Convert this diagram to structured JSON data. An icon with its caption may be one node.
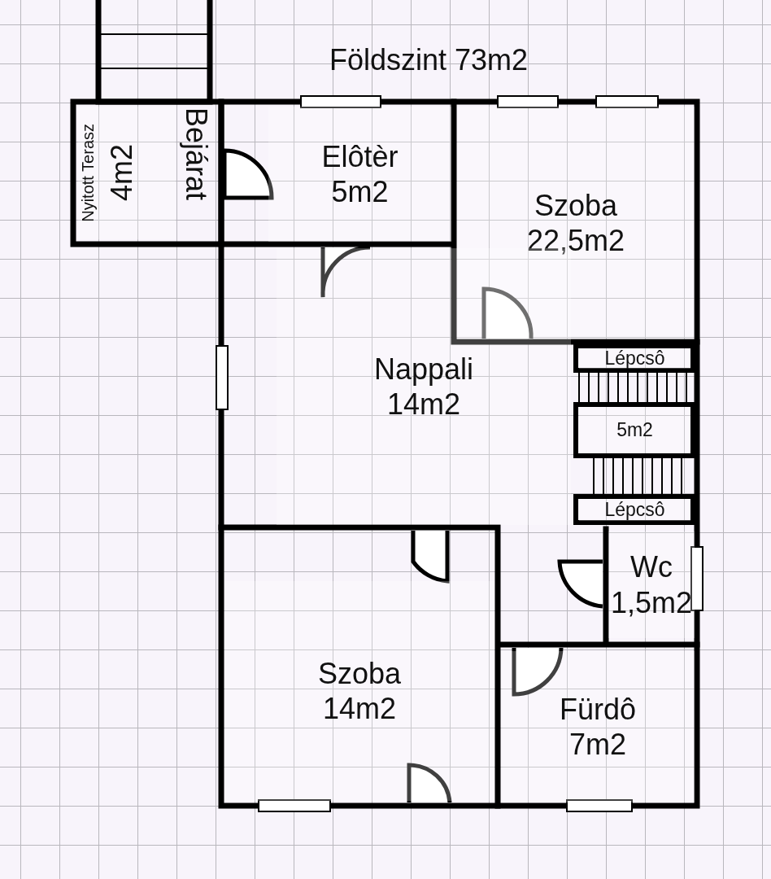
{
  "diagram": {
    "title": "Földszint 73m2",
    "nodes": [
      {
        "text": [
          "Nyitott Terasz",
          "4m2"
        ]
      },
      {
        "text": [
          "Elôtèr",
          "5m2"
        ]
      },
      {
        "text": [
          "Szoba",
          "22,5m2"
        ]
      },
      {
        "text": [
          "Lépcsô"
        ]
      },
      {
        "text": [
          "Nappali",
          "14m2"
        ]
      },
      {
        "text": [
          "5m2"
        ]
      },
      {
        "text": [
          "Lépcsô"
        ]
      },
      {
        "text": [
          "Wc",
          "1,5m2"
        ]
      },
      {
        "text": [
          "Szoba",
          "14m2"
        ]
      },
      {
        "text": [
          "Fürdô",
          "7m2"
        ]
      }
    ],
    "edges": [],
    "labels": [
      "Bejárat"
    ]
  }
}
